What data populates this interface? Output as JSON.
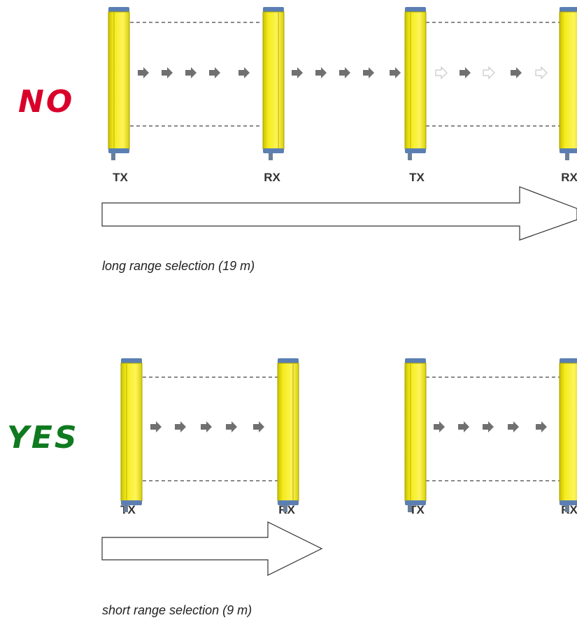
{
  "diagrams": [
    {
      "verdict": "NO",
      "verdict_color": "#d9002a",
      "units": [
        "TX",
        "RX",
        "TX",
        "RX"
      ],
      "caption": "long range selection (19 m)"
    },
    {
      "verdict": "YES",
      "verdict_color": "#0f7a1f",
      "units": [
        "TX",
        "RX",
        "TX",
        "RX"
      ],
      "caption": "short range selection (9 m)"
    }
  ],
  "colors": {
    "curtain_yellow": "#f4ec1c",
    "cap_blue": "#5b7fb3",
    "beam_arrow": "#707070",
    "faint_arrow": "#c8c8c8",
    "dashed_line": "#444444"
  }
}
